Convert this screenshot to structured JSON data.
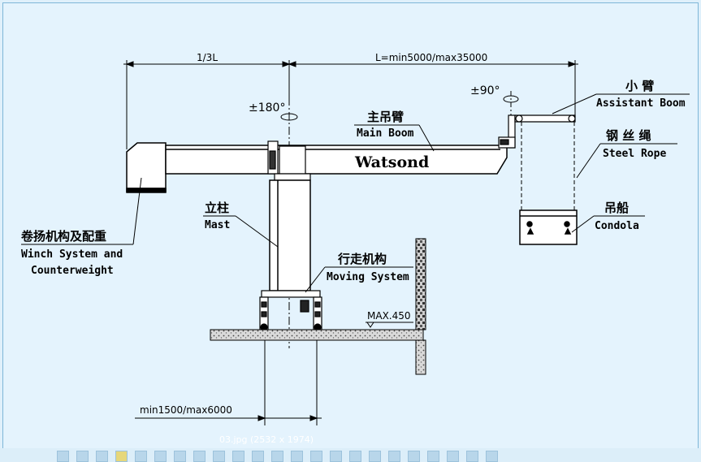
{
  "diagram": {
    "dimensions": {
      "counterweight_span": "1/3L",
      "boom_length": "L=min5000/max35000",
      "track_span": "min1500/max6000",
      "max_height": "MAX.450"
    },
    "rotation": {
      "main": "±180°",
      "assistant": "±90°"
    },
    "brand": "Watsond",
    "labels": {
      "assistant_boom": {
        "cn": "小  臂",
        "en": "Assistant Boom"
      },
      "steel_rope": {
        "cn": "钢 丝 绳",
        "en": "Steel Rope"
      },
      "main_boom": {
        "cn": "主吊臂",
        "en": "Main Boom"
      },
      "gondola": {
        "cn": "吊船",
        "en": "Condola"
      },
      "mast": {
        "cn": "立柱",
        "en": "Mast"
      },
      "winch": {
        "cn": "卷扬机构及配重",
        "en_line1": "Winch System and",
        "en_line2": "Counterweight"
      },
      "moving_system": {
        "cn": "行走机构",
        "en": "Moving System"
      }
    }
  },
  "caption": "03.jpg (2532 x 1974)"
}
